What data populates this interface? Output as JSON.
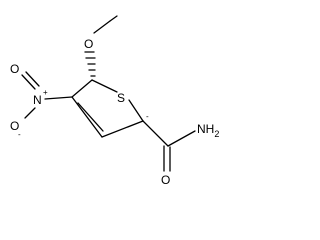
{
  "molecule": {
    "atoms": {
      "sulfur": "S",
      "nitro_n": "N",
      "nitro_n_charge": "+",
      "nitro_o_top": "O",
      "nitro_o_bottom": "O",
      "nitro_o_bottom_charge": "-",
      "carbanion_charge": "-",
      "carbonyl_o": "O",
      "amide_n": "NH",
      "amide_n_subscript": "2"
    }
  }
}
